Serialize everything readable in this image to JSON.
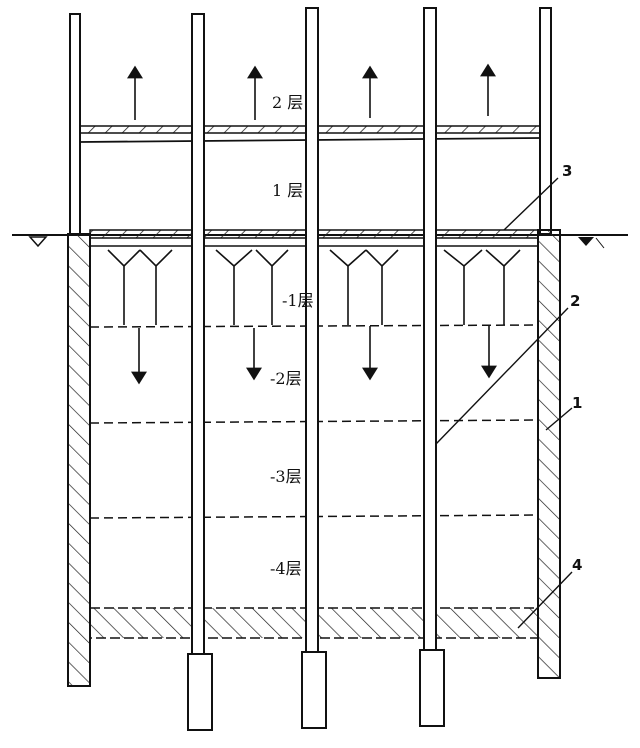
{
  "floors": {
    "f2": "2 层",
    "f1": "1 层",
    "b1": "-1层",
    "b2": "-2层",
    "b3": "-3层",
    "b4": "-4层"
  },
  "callouts": {
    "c1": "1",
    "c2": "2",
    "c3": "3",
    "c4": "4"
  }
}
